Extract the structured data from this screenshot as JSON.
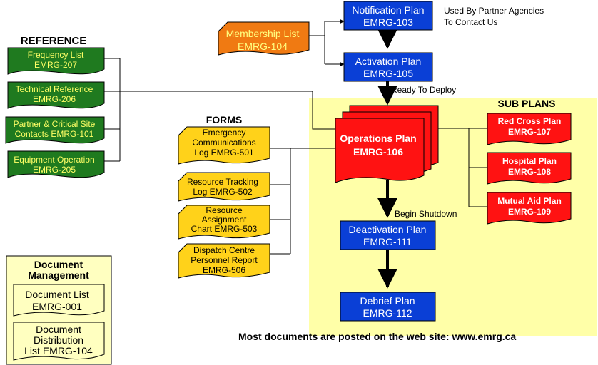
{
  "colors": {
    "green": "#1f7a1f",
    "green_text": "#ffff66",
    "blue": "#0a3fd6",
    "blue_text": "#ffffff",
    "orange": "#f07a12",
    "orange_text": "#ffff80",
    "red": "#ff1212",
    "red_text": "#ffffff",
    "yellow_box": "#ffd21a",
    "yellow_area": "#ffffa8",
    "pale_yellow": "#ffffc0"
  },
  "reference": {
    "heading": "REFERENCE",
    "items": [
      {
        "line1": "Frequency List",
        "line2": "EMRG-207"
      },
      {
        "line1": "Technical Reference",
        "line2": "EMRG-206"
      },
      {
        "line1": "Partner & Critical Site",
        "line2": "Contacts EMRG-101"
      },
      {
        "line1": "Equipment Operation",
        "line2": "EMRG-205"
      }
    ]
  },
  "forms": {
    "heading": "FORMS",
    "items": [
      {
        "lines": [
          "Emergency",
          "Communications",
          "Log  EMRG-501"
        ]
      },
      {
        "lines": [
          "Resource Tracking",
          "Log   EMRG-502"
        ]
      },
      {
        "lines": [
          "Resource",
          "Assignment",
          "Chart  EMRG-503"
        ]
      },
      {
        "lines": [
          "Dispatch Centre",
          "Personnel Report",
          "EMRG-506"
        ]
      }
    ]
  },
  "flow": {
    "membership": {
      "line1": "Membership List",
      "line2": "EMRG-104"
    },
    "notification": {
      "line1": "Notification Plan",
      "line2": "EMRG-103"
    },
    "activation": {
      "line1": "Activation Plan",
      "line2": "EMRG-105"
    },
    "operations": {
      "line1": "Operations Plan",
      "line2": "EMRG-106"
    },
    "deactivation": {
      "line1": "Deactivation Plan",
      "line2": "EMRG-111"
    },
    "debrief": {
      "line1": "Debrief Plan",
      "line2": "EMRG-112"
    },
    "partner_note": {
      "line1": "Used By Partner Agencies",
      "line2": "To Contact Us"
    },
    "ready_label": "Ready To Deploy",
    "shutdown_label": "Begin Shutdown"
  },
  "sub_plans": {
    "heading": "SUB PLANS",
    "items": [
      {
        "line1": "Red Cross Plan",
        "line2": "EMRG-107"
      },
      {
        "line1": "Hospital Plan",
        "line2": "EMRG-108"
      },
      {
        "line1": "Mutual Aid Plan",
        "line2": "EMRG-109"
      }
    ]
  },
  "doc_mgmt": {
    "heading_line1": "Document",
    "heading_line2": "Management",
    "items": [
      {
        "lines": [
          "Document List",
          "EMRG-001"
        ]
      },
      {
        "lines": [
          "Document",
          "Distribution",
          "List EMRG-104"
        ]
      }
    ]
  },
  "footer": "Most documents are posted on the web site:  www.emrg.ca"
}
